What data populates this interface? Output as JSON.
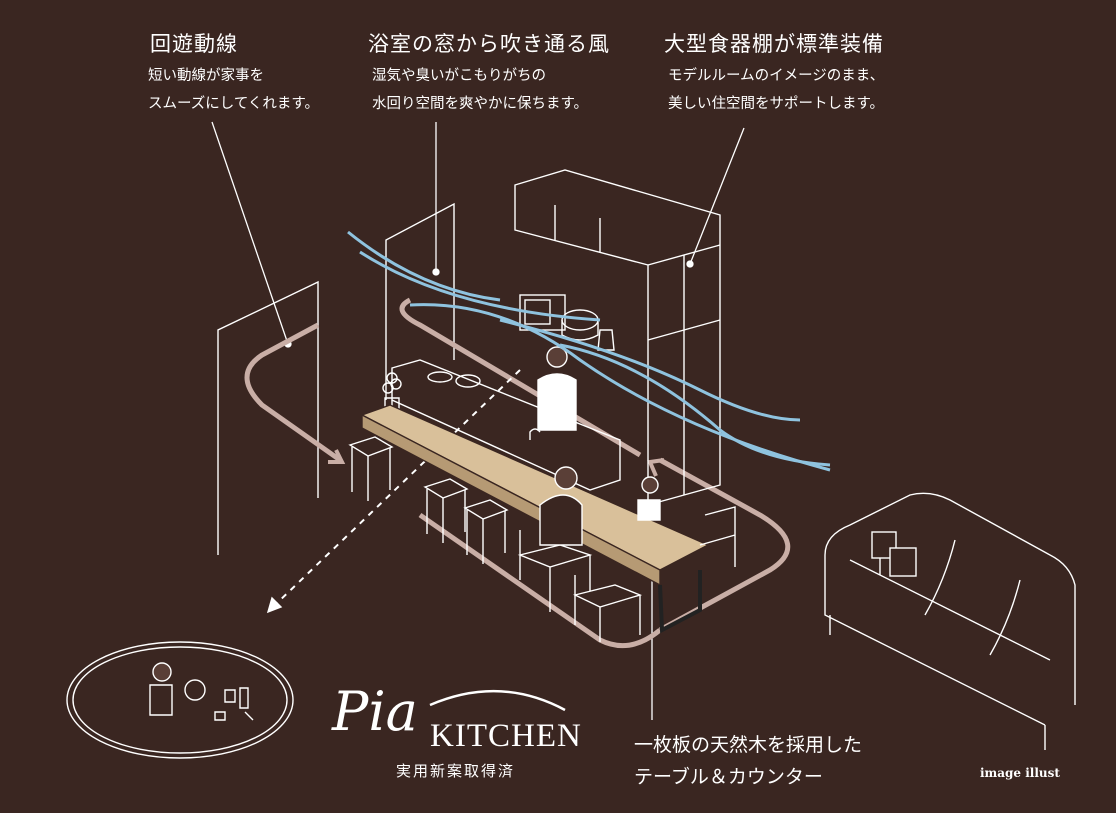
{
  "features": [
    {
      "title": "回遊動線",
      "lines": [
        "短い動線が家事を",
        "スムーズにしてくれます。"
      ]
    },
    {
      "title": "浴室の窓から吹き通る風",
      "lines": [
        "湿気や臭いがこもりがちの",
        "水回り空間を爽やかに保ちます。"
      ]
    },
    {
      "title": "大型食器棚が標準装備",
      "lines": [
        "モデルルームのイメージのまま、",
        "美しい住空間をサポートします。"
      ]
    }
  ],
  "table_note": {
    "lines": [
      "一枚板の天然木を採用した",
      "テーブル＆カウンター"
    ]
  },
  "logo": {
    "script": "Pia",
    "word": "KITCHEN",
    "tagline": "実用新案取得済"
  },
  "caption": "image illust",
  "colors": {
    "background": "#3a2621",
    "wind": "#8fc3df",
    "route": "#c9aea6",
    "wood": "#d9c09a",
    "line": "#ffffff"
  }
}
